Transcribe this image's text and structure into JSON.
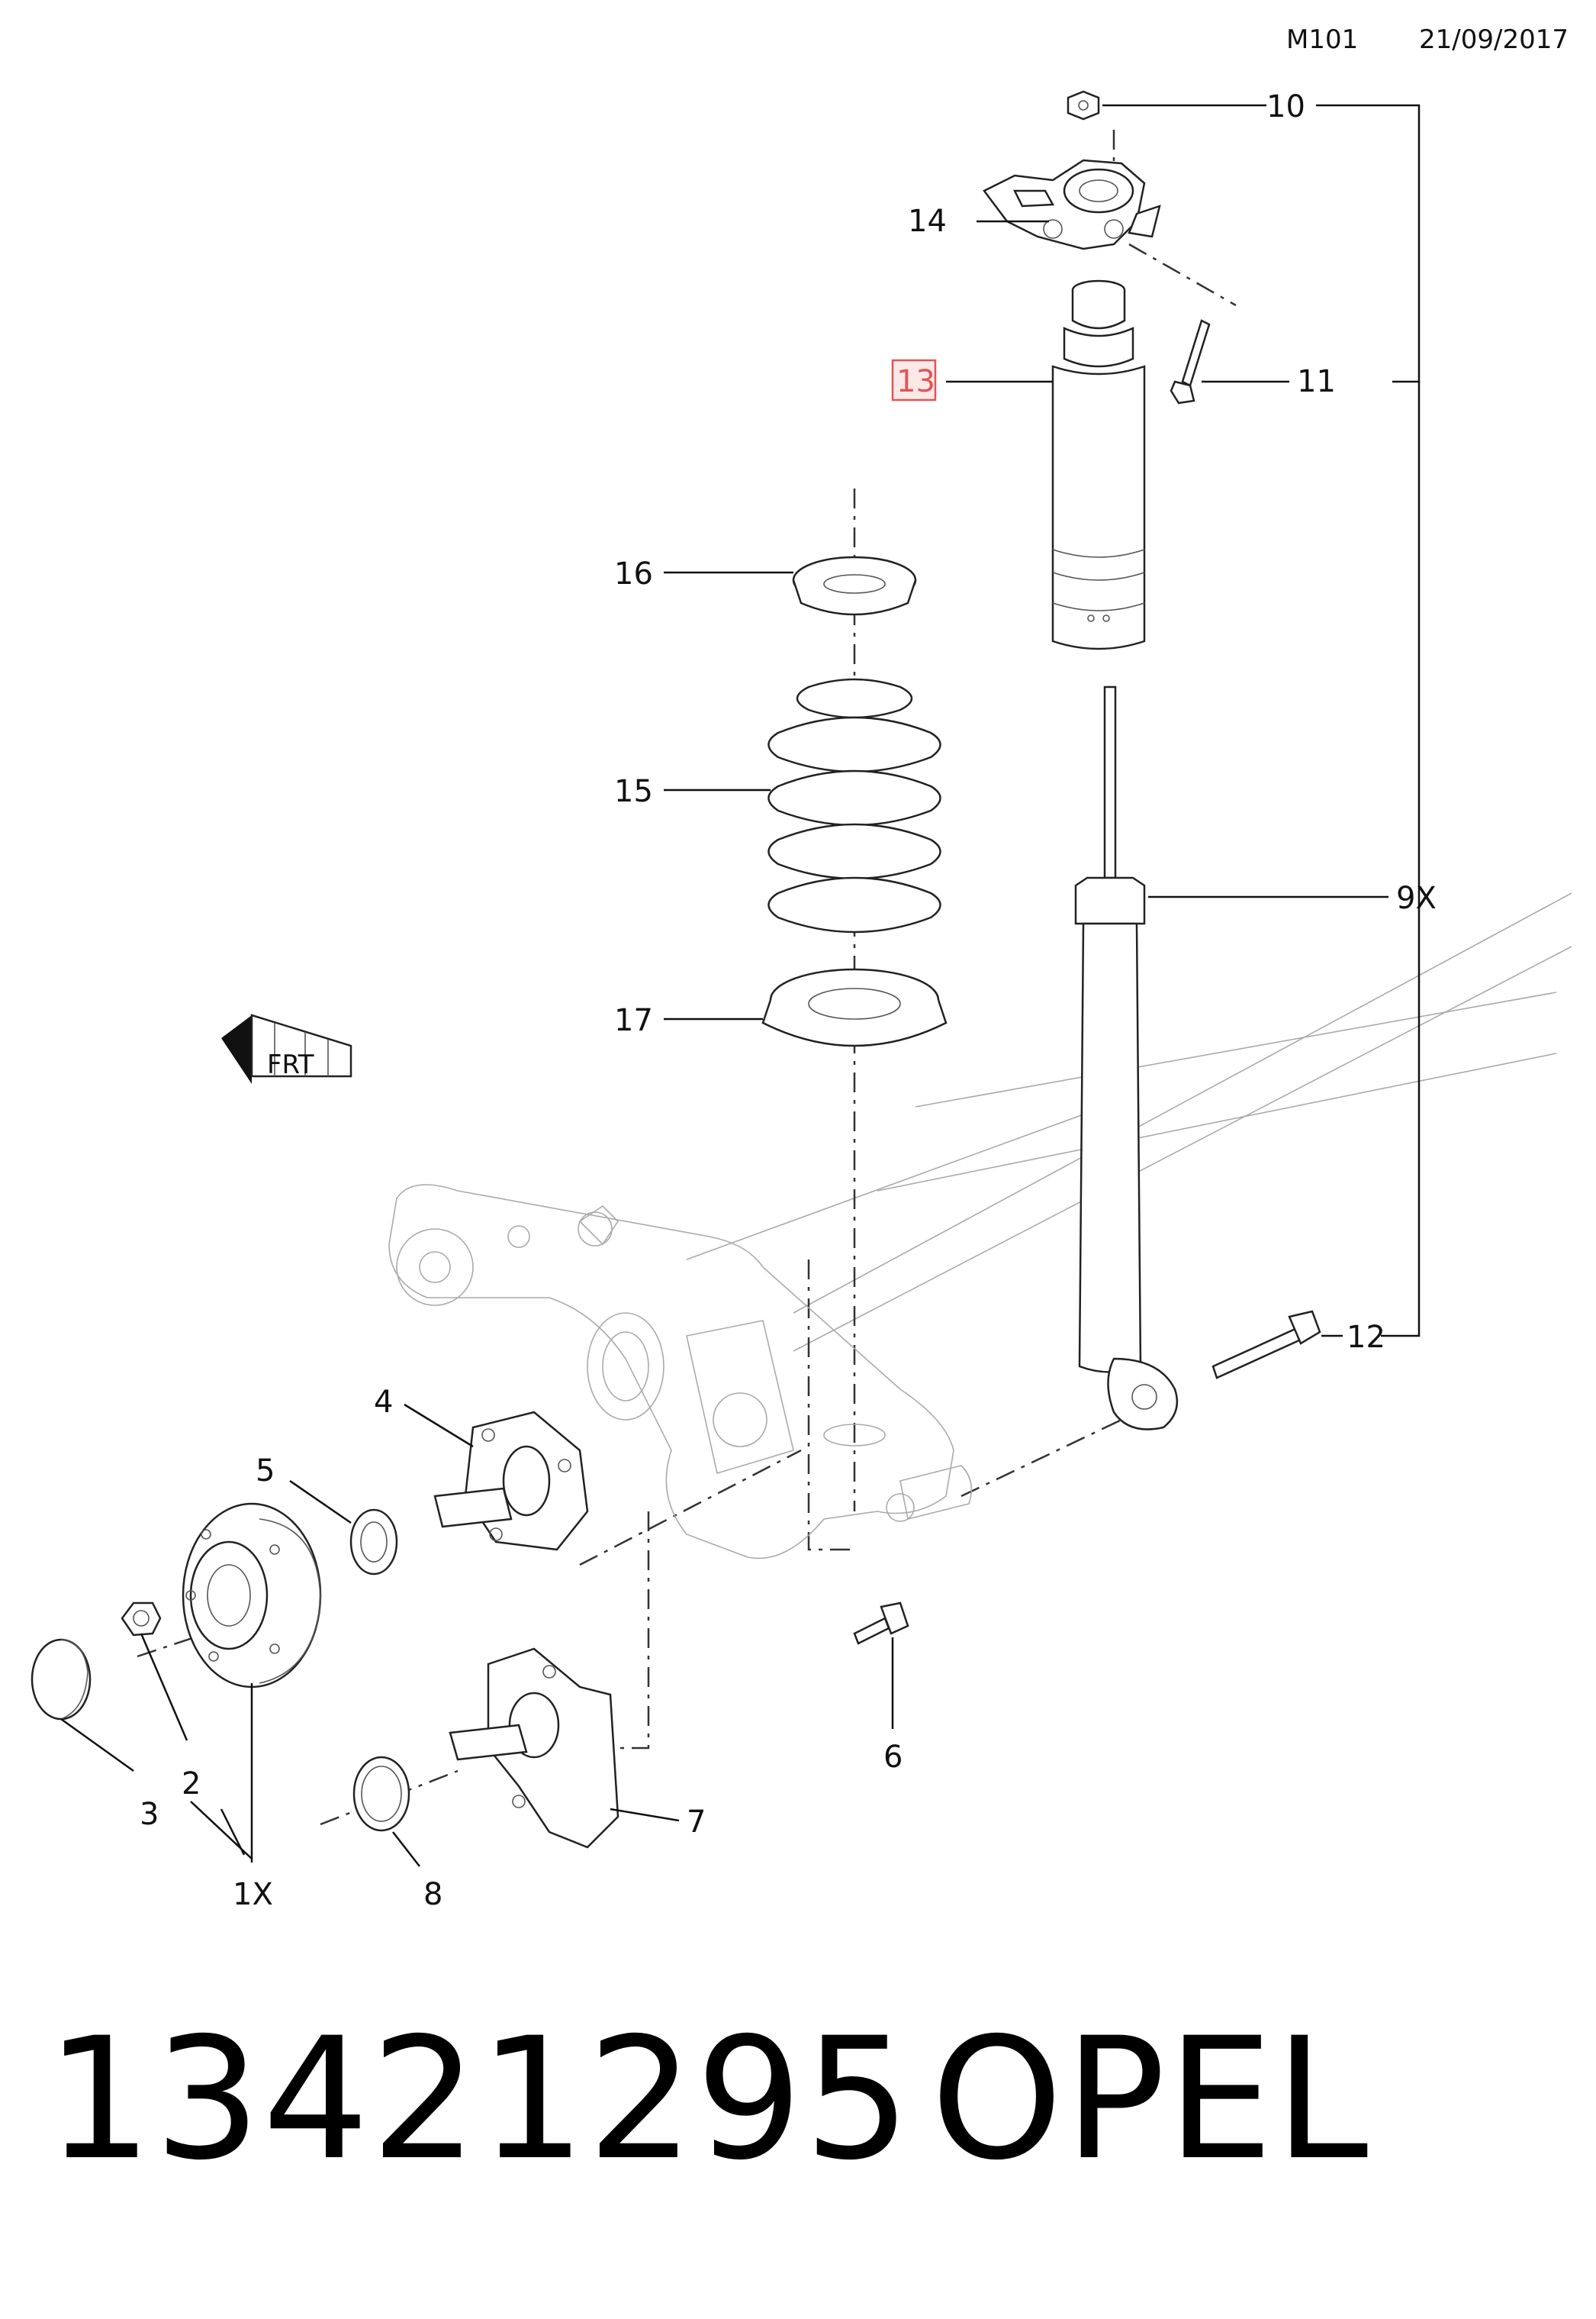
{
  "header": {
    "code": "M101",
    "date": "21/09/2017"
  },
  "labels": {
    "l1x": "1X",
    "l2": "2",
    "l3": "3",
    "l4": "4",
    "l5": "5",
    "l6": "6",
    "l7": "7",
    "l8": "8",
    "l9x": "9X",
    "l10": "10",
    "l11": "11",
    "l12": "12",
    "l13": "13",
    "l14": "14",
    "l15": "15",
    "l16": "16",
    "l17": "17"
  },
  "highlighted_label": "13",
  "highlight_color": "#e05555",
  "direction_marker": {
    "icon": "front-arrow-icon",
    "text": "FRT"
  },
  "footer": {
    "part_number": "13421295",
    "brand": "OPEL"
  }
}
